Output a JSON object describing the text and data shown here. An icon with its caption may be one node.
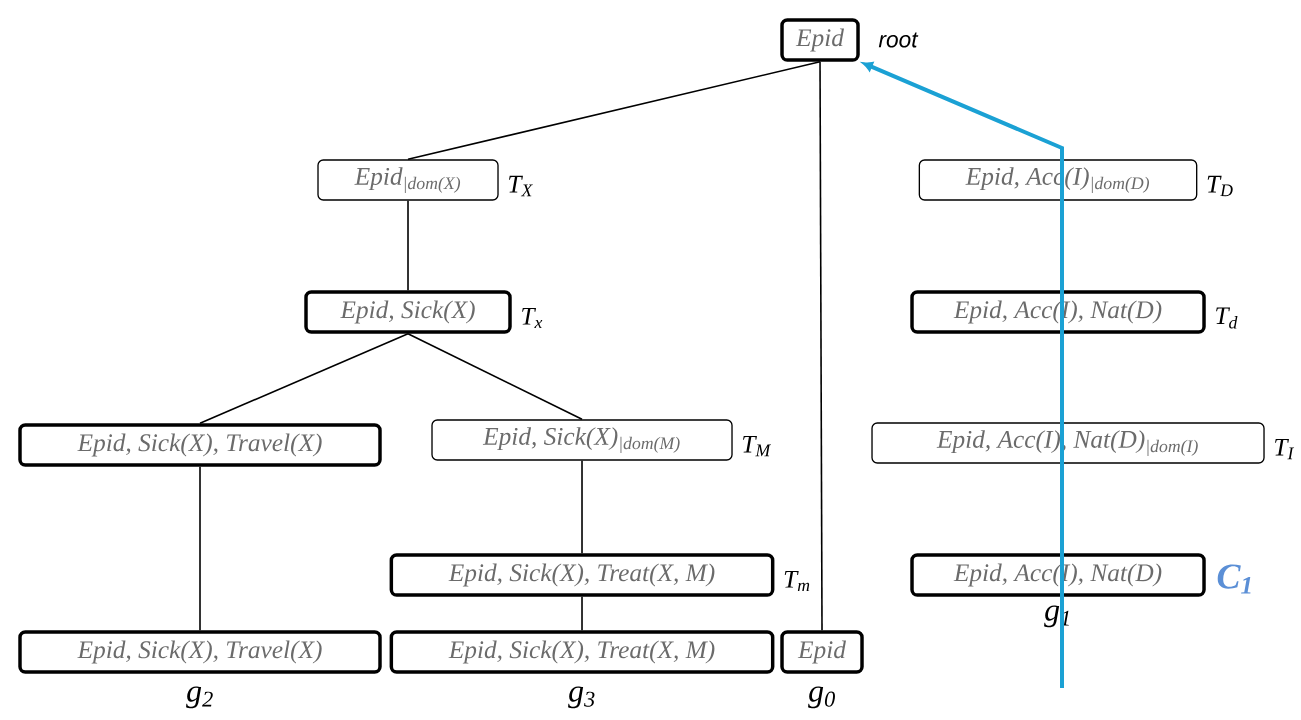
{
  "diagram": {
    "nodes": [
      {
        "text": [
          "Epid"
        ],
        "beside": [
          "root"
        ]
      },
      {
        "text": [
          "Epid$_{|dom(X)}$"
        ],
        "beside": [
          "T$_{X}$"
        ]
      },
      {
        "text": [
          "Epid, Sick(X)"
        ],
        "beside": [
          "T$_{x}$"
        ]
      },
      {
        "text": [
          "Epid, Sick(X), Travel(X)"
        ]
      },
      {
        "text": [
          "Epid, Sick(X)$_{|dom(M)}$"
        ],
        "beside": [
          "T$_{M}$"
        ]
      },
      {
        "text": [
          "Epid, Sick(X), Travel(X)"
        ],
        "beside": [
          "g$_{2}$"
        ]
      },
      {
        "text": [
          "Epid, Sick(X), Treat(X, M)"
        ],
        "beside": [
          "T$_{m}$"
        ]
      },
      {
        "text": [
          "Epid, Sick(X), Treat(X, M)"
        ],
        "beside": [
          "g$_{3}$"
        ]
      },
      {
        "text": [
          "Epid"
        ],
        "beside": [
          "g$_{0}$"
        ]
      },
      {
        "text": [
          "Epid, Acc(I)$_{|dom(D)}$"
        ],
        "beside": [
          "T$_{D}$"
        ]
      },
      {
        "text": [
          "Epid, Acc(I), Nat(D)"
        ],
        "beside": [
          "T$_{d}$"
        ]
      },
      {
        "text": [
          "Epid, Acc(I), Nat(D)$_{|dom(I)}$"
        ],
        "beside": [
          "T$_{I}$"
        ]
      },
      {
        "text": [
          "Epid, Acc(I), Nat(D)"
        ],
        "beside": [
          "C$_{1}$",
          "g$_{1}$"
        ]
      }
    ],
    "edges": [
      {
        "from": 0,
        "to": 1,
        "arrow": "none"
      },
      {
        "from": 1,
        "to": 2,
        "arrow": "none"
      },
      {
        "from": 2,
        "to": 3,
        "arrow": "none"
      },
      {
        "from": 2,
        "to": 4,
        "arrow": "none"
      },
      {
        "from": 3,
        "to": 5,
        "arrow": "none"
      },
      {
        "from": 4,
        "to": 6,
        "arrow": "none"
      },
      {
        "from": 6,
        "to": 7,
        "arrow": "none"
      },
      {
        "from": 0,
        "to": 8,
        "arrow": "none"
      },
      {
        "from": null,
        "to": 0,
        "arrow": "to",
        "style": "thick",
        "color": "#1ba1d4"
      }
    ]
  }
}
